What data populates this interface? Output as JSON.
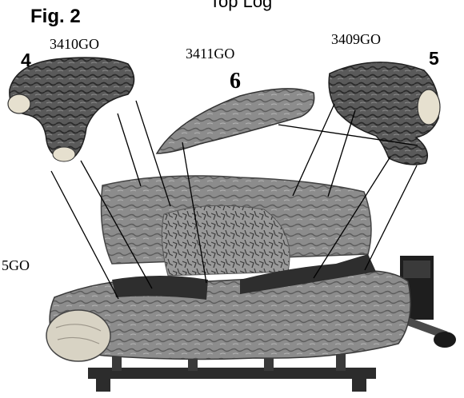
{
  "header": {
    "title": "Top Log",
    "figure": "Fig. 2"
  },
  "callouts": {
    "num_left": "4",
    "num_right": "5",
    "num_center": "6",
    "code_left": "3410GO",
    "code_center": "3411GO",
    "code_right": "3409GO",
    "code_side": "5GO"
  },
  "colors": {
    "log_dark": "#3a3a3a",
    "log_mid": "#6e6e6e",
    "log_light": "#a8a8a8",
    "cut_end": "#e6e0cf",
    "leader_line": "#000000"
  }
}
